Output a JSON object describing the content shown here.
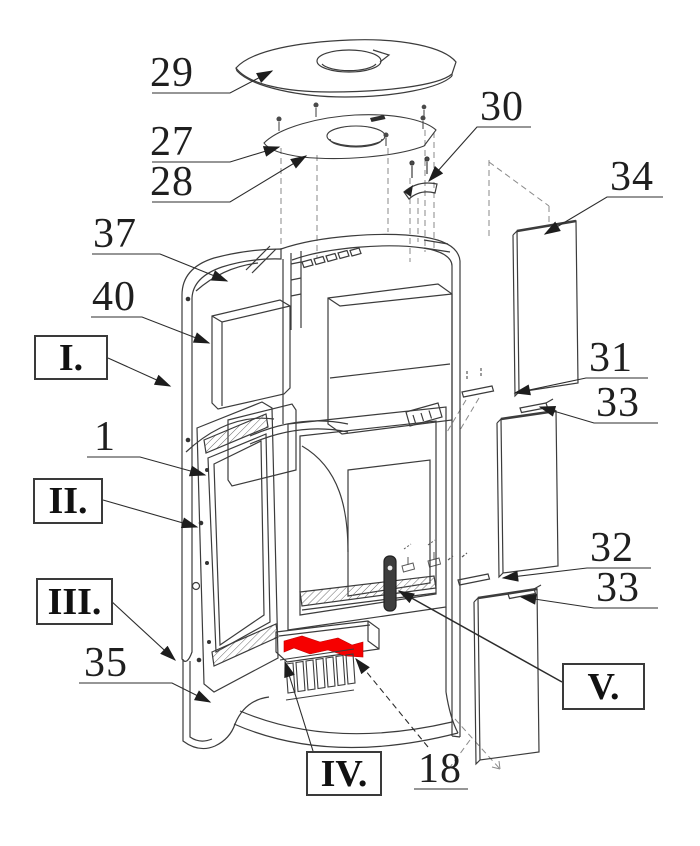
{
  "diagram": {
    "type": "exploded-view-technical-drawing",
    "subject": "wood stove spare parts diagram",
    "background_color": "#ffffff",
    "line_color": "#3c3c3c",
    "highlight_color": "#f60000",
    "highlighted_part_number": "18"
  },
  "part_labels": {
    "p29": "29",
    "p27": "27",
    "p28": "28",
    "p30": "30",
    "p34": "34",
    "p37": "37",
    "p40": "40",
    "p1": "1",
    "p35": "35",
    "p31": "31",
    "p33a": "33",
    "p32": "32",
    "p33b": "33",
    "p18": "18"
  },
  "section_refs": {
    "r1": "I.",
    "r2": "II.",
    "r3": "III.",
    "r4": "IV.",
    "r5": "V."
  }
}
